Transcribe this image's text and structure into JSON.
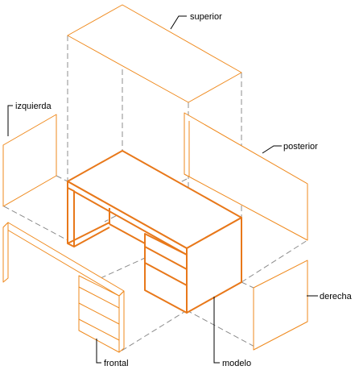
{
  "labels": {
    "superior": "superior",
    "izquierda": "izquierda",
    "posterior": "posterior",
    "derecha": "derecha",
    "frontal": "frontal",
    "modelo": "modelo"
  },
  "colors": {
    "projection": "#ef8a1e",
    "model": "#e8781a",
    "hidden_edges": "#8c8c8c",
    "leaders": "#000000"
  }
}
